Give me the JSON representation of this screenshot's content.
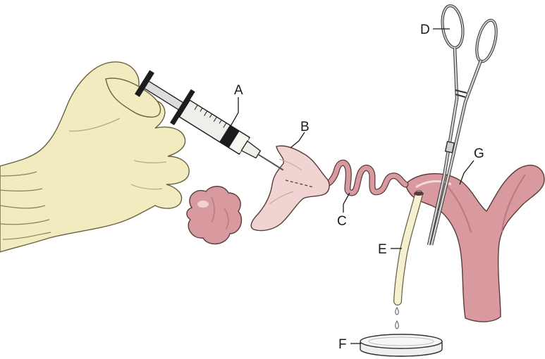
{
  "figure": {
    "labels": {
      "A": "A",
      "B": "B",
      "C": "C",
      "D": "D",
      "E": "E",
      "F": "F",
      "G": "G"
    }
  },
  "colors": {
    "glove": "#f2ebc0",
    "tissue": "#d99a9f",
    "tissue_light": "#f0d4d2",
    "syringe_dark": "#1c1c1c",
    "syringe_barrel": "#eeeeea",
    "instrument": "#cfcfcf",
    "tube": "#f4f0d2",
    "dish": "#eeeeee"
  },
  "icons": [
    "gloved-hand",
    "syringe",
    "ovary",
    "oviduct-infundibulum",
    "oviduct",
    "hemostat",
    "catheter-tube",
    "petri-dish",
    "uterine-horn"
  ]
}
